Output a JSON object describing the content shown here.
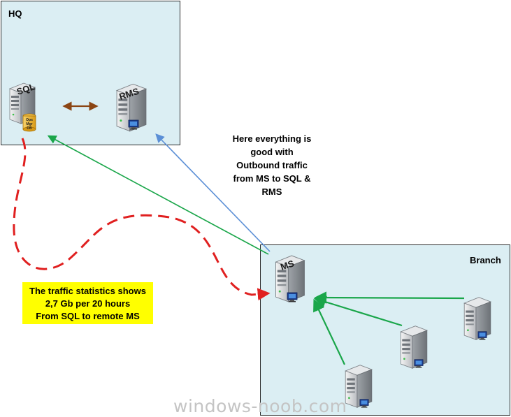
{
  "sites": {
    "hq": {
      "label": "HQ"
    },
    "branch": {
      "label": "Branch"
    }
  },
  "servers": {
    "sql": {
      "label": "SQL",
      "db_badge": [
        "Ops",
        "Mgr",
        "DB"
      ]
    },
    "rms": {
      "label": "RMS"
    },
    "ms": {
      "label": "MS"
    }
  },
  "notes": {
    "outbound": "Here everything is\ngood  with\nOutbound traffic\nfrom MS to SQL &\nRMS",
    "traffic": "The traffic statistics shows\n2,7 Gb per 20 hours\nFrom SQL to remote MS"
  },
  "watermark": "windows-noob.com",
  "colors": {
    "site_fill": "#dbeef3",
    "green_arrow": "#1aa64a",
    "blue_arrow": "#5b8fd6",
    "brown_arrow": "#8b4513",
    "red_dashed": "#e02020",
    "callout_bg": "#ffff00"
  }
}
